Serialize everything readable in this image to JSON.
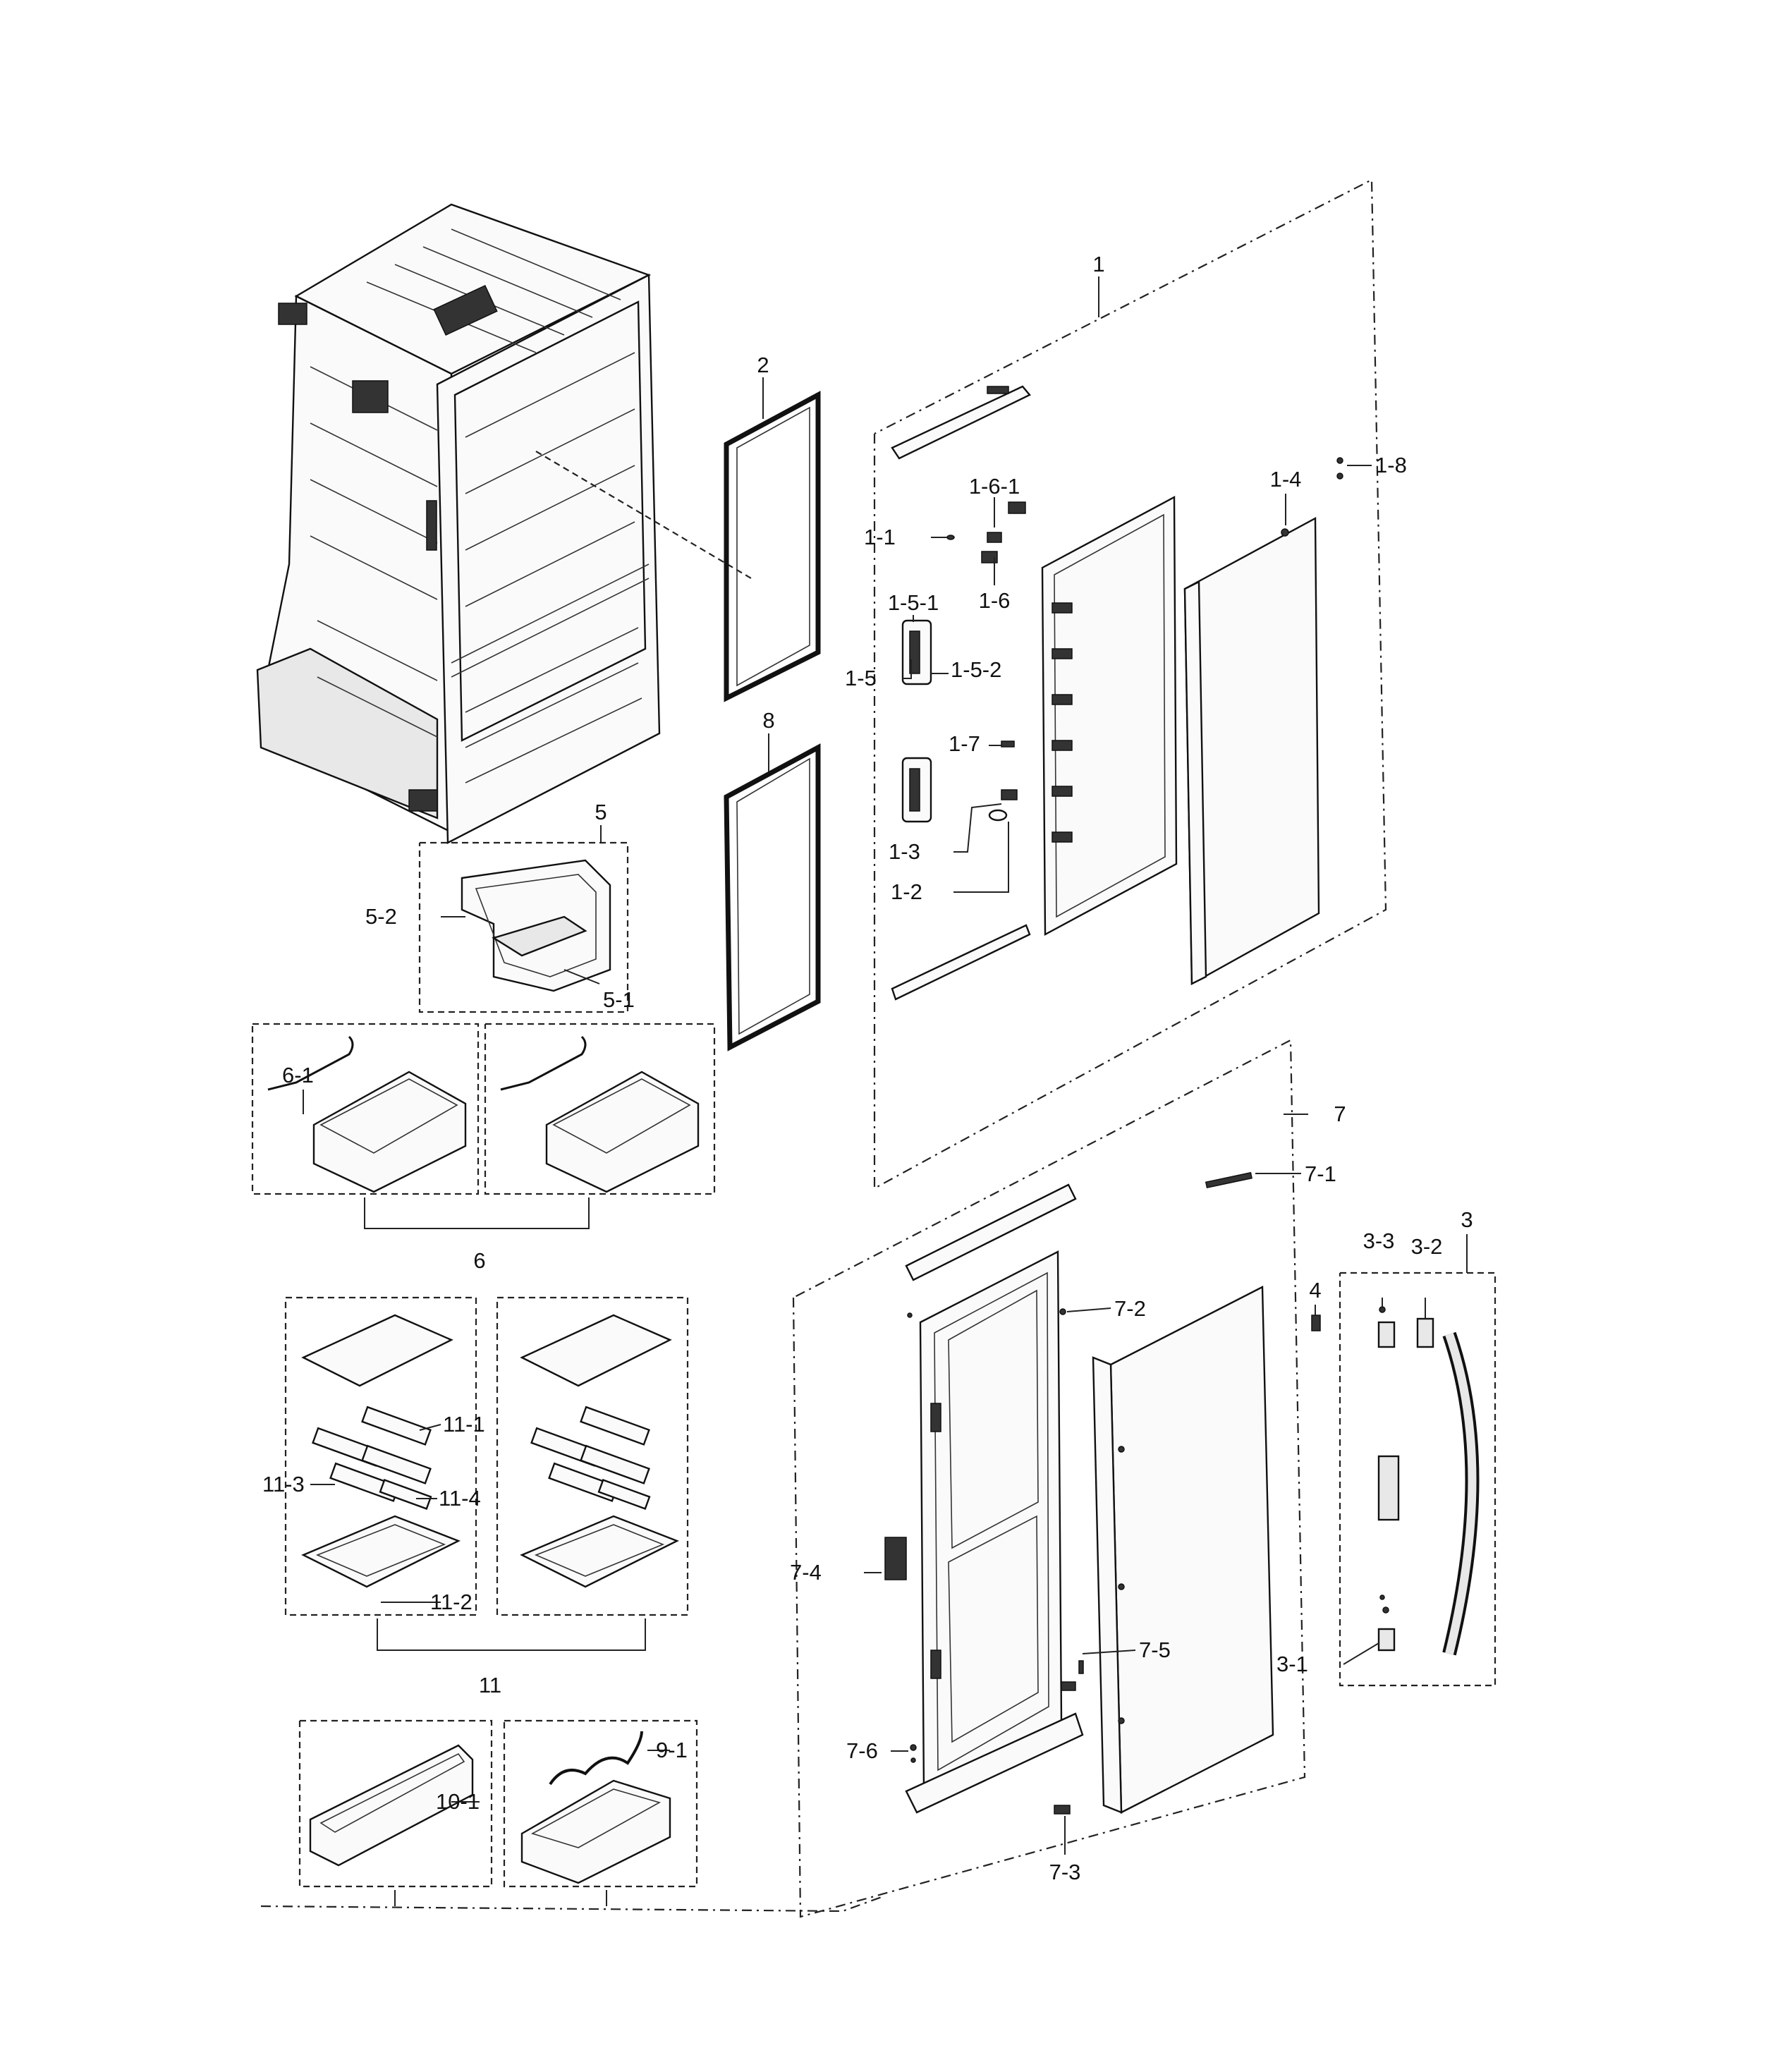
{
  "diagram": {
    "type": "exploded-parts-diagram",
    "labels": {
      "p1": "1",
      "p1_1": "1-1",
      "p1_2": "1-2",
      "p1_3": "1-3",
      "p1_4": "1-4",
      "p1_5": "1-5",
      "p1_5_1": "1-5-1",
      "p1_5_2": "1-5-2",
      "p1_6": "1-6",
      "p1_6_1": "1-6-1",
      "p1_7": "1-7",
      "p1_8": "1-8",
      "p2": "2",
      "p3": "3",
      "p3_1": "3-1",
      "p3_2": "3-2",
      "p3_3": "3-3",
      "p4": "4",
      "p5": "5",
      "p5_1": "5-1",
      "p5_2": "5-2",
      "p6": "6",
      "p6_1": "6-1",
      "p7": "7",
      "p7_1": "7-1",
      "p7_2": "7-2",
      "p7_3": "7-3",
      "p7_4": "7-4",
      "p7_5": "7-5",
      "p7_6": "7-6",
      "p8": "8",
      "p9_1": "9-1",
      "p10_1": "10-1",
      "p11": "11",
      "p11_1": "11-1",
      "p11_2": "11-2",
      "p11_3": "11-3",
      "p11_4": "11-4"
    }
  }
}
